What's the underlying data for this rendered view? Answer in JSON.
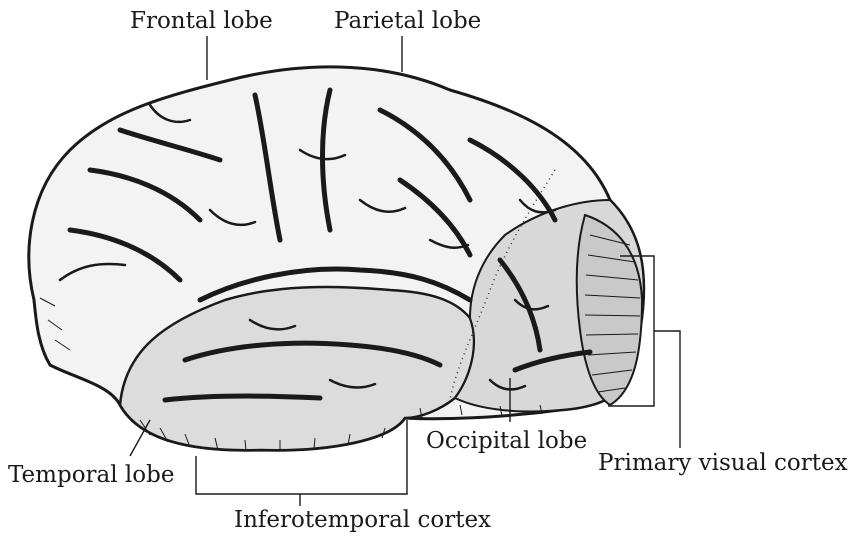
{
  "labels": {
    "frontal_lobe": "Frontal lobe",
    "parietal_lobe": "Parietal lobe",
    "temporal_lobe": "Temporal lobe",
    "occipital_lobe": "Occipital lobe",
    "primary_visual_cortex": "Primary visual cortex",
    "inferotemporal_cortex": "Inferotemporal cortex"
  },
  "colors": {
    "ink": "#1a1a1a",
    "brain_surface": "#f3f3f3",
    "highlighted_region": "#dcdcdc",
    "background": "#ffffff"
  }
}
